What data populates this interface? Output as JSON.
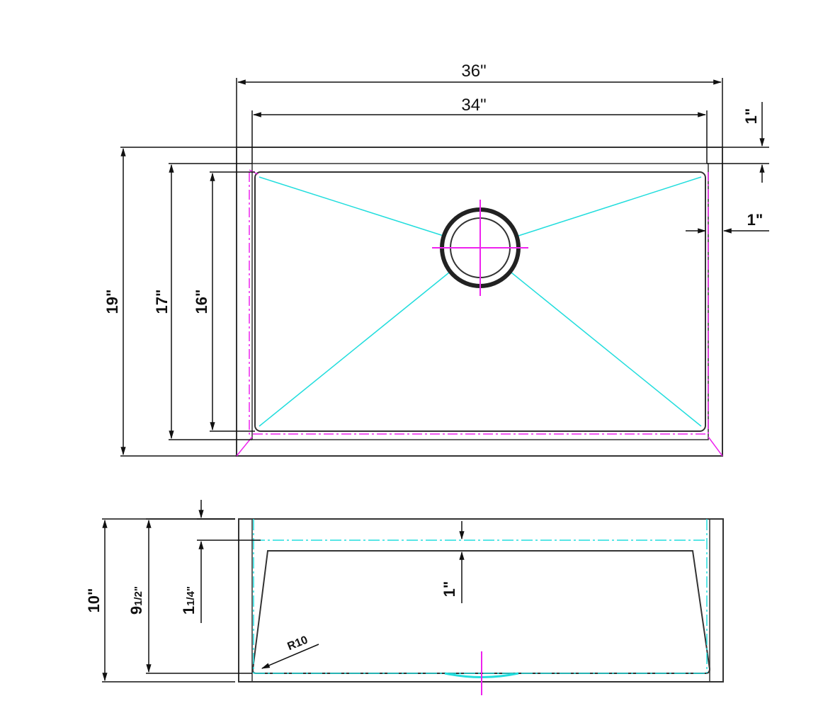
{
  "colors": {
    "outline": "#333333",
    "dimension": "#111111",
    "slope_lines": "#22dddd",
    "centerline": "#ee22ee"
  },
  "top_view": {
    "overall_width": "36\"",
    "bowl_width": "34\"",
    "overall_depth": "19\"",
    "inner_depth": "17\"",
    "bowl_depth": "16\"",
    "top_rim": "1\"",
    "side_rim": "1\""
  },
  "side_view": {
    "overall_height": "10\"",
    "bowl_height_whole": "9",
    "bowl_height_fraction": "1/2\"",
    "flange_whole": "1",
    "flange_fraction": "1/4\"",
    "rim_drop": "1\"",
    "corner_radius": "R10"
  }
}
